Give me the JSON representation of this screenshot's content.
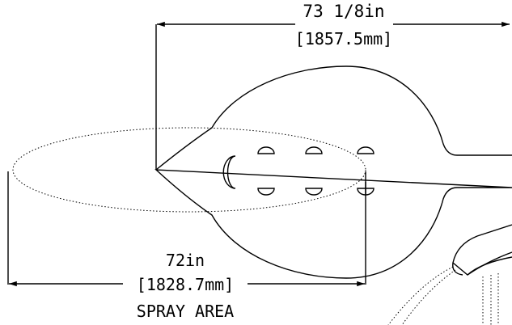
{
  "dimensions": {
    "overall": {
      "imperial": "73 1/8in",
      "metric": "[1857.5mm]"
    },
    "spray": {
      "imperial": "72in",
      "metric": "[1828.7mm]",
      "caption": "SPRAY AREA"
    }
  },
  "colors": {
    "stroke": "#000000",
    "background": "#ffffff"
  }
}
